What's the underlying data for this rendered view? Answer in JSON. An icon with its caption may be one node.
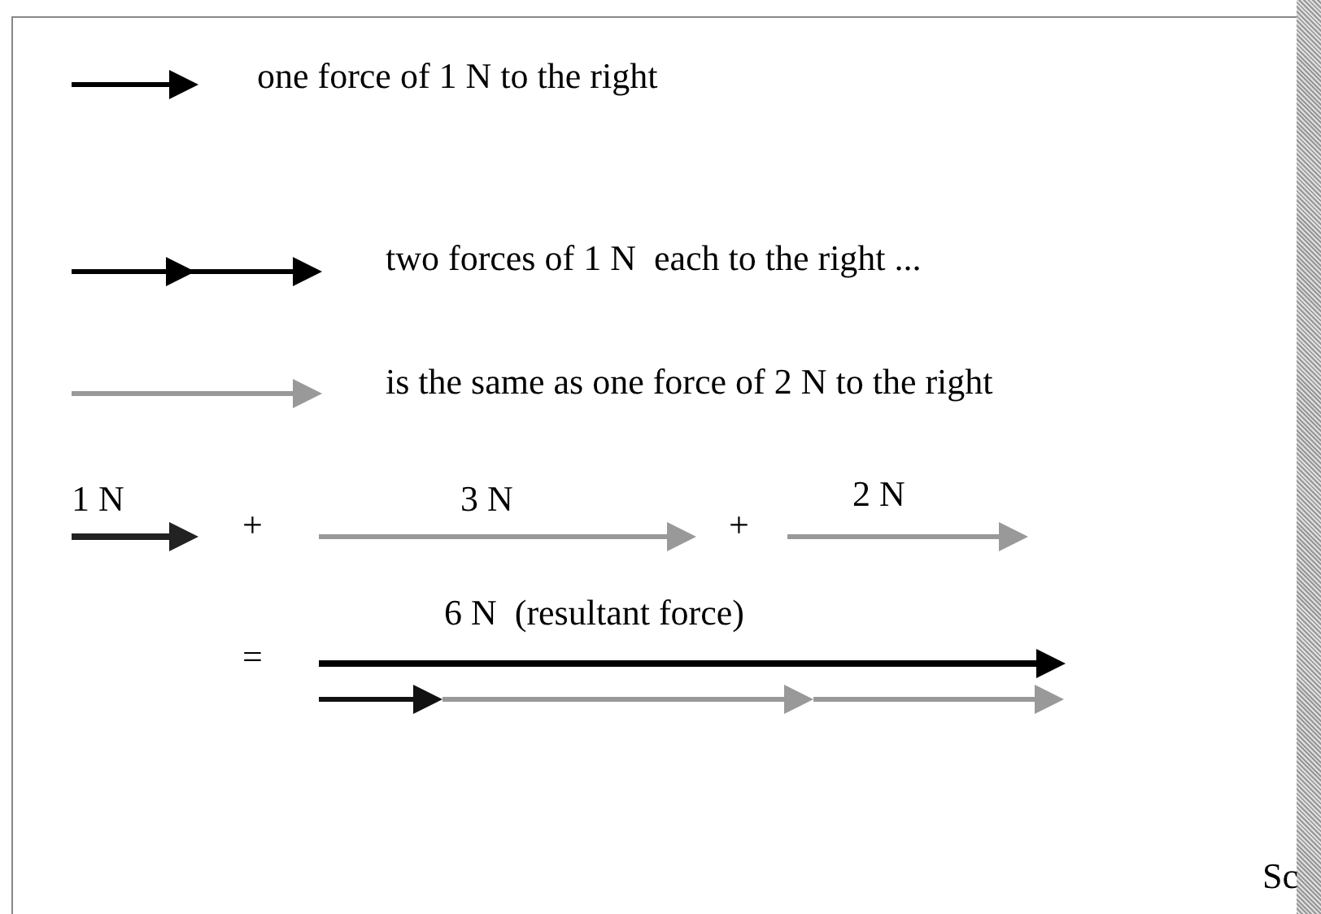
{
  "diagram": {
    "nodes": [
      {
        "text": [],
        "shape": "bar"
      }
    ],
    "labels": [
      "one force of 1 N to the right",
      "two forces of 1 N  each to the right ...",
      "is the same as one force of 2 N to the right",
      "1 N",
      "+",
      "3 N",
      "+",
      "2 N",
      "6 N  (resultant force)",
      "=",
      "Sc"
    ]
  }
}
